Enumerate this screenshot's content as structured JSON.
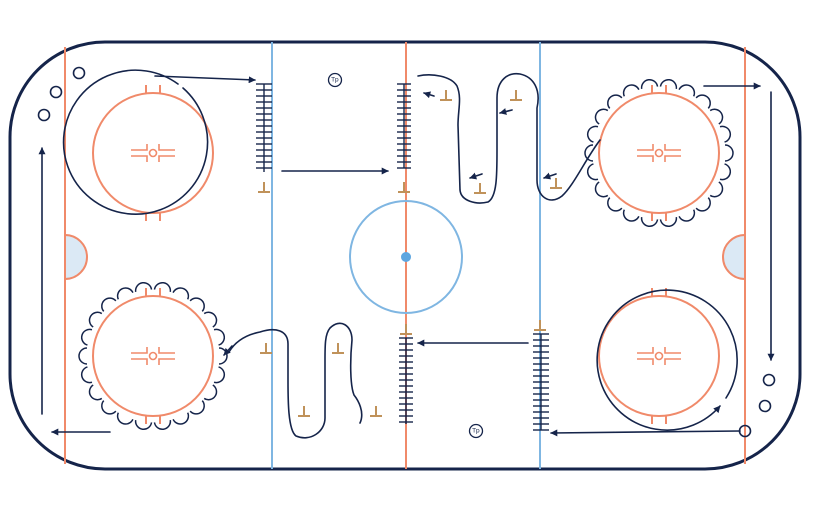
{
  "colors": {
    "boards": "#15244a",
    "goal_line": "#f08a6a",
    "blue_line": "#7fb6e2",
    "center_line": "#f08a6a",
    "faceoff_circle": "#f08a6a",
    "crease_fill": "#dbe9f5",
    "crease_stroke": "#f08a6a",
    "center_circle": "#7fb6e2",
    "center_dot": "#5ea6e0",
    "skater_path": "#15244a",
    "cone": "#c0925a"
  },
  "labels": {
    "puck_top": "Tp",
    "puck_bottom": "Tp"
  },
  "icons": [
    "skater-path-arrow",
    "crossover-loop",
    "cone-icon",
    "puck-icon",
    "pylon-marker"
  ]
}
